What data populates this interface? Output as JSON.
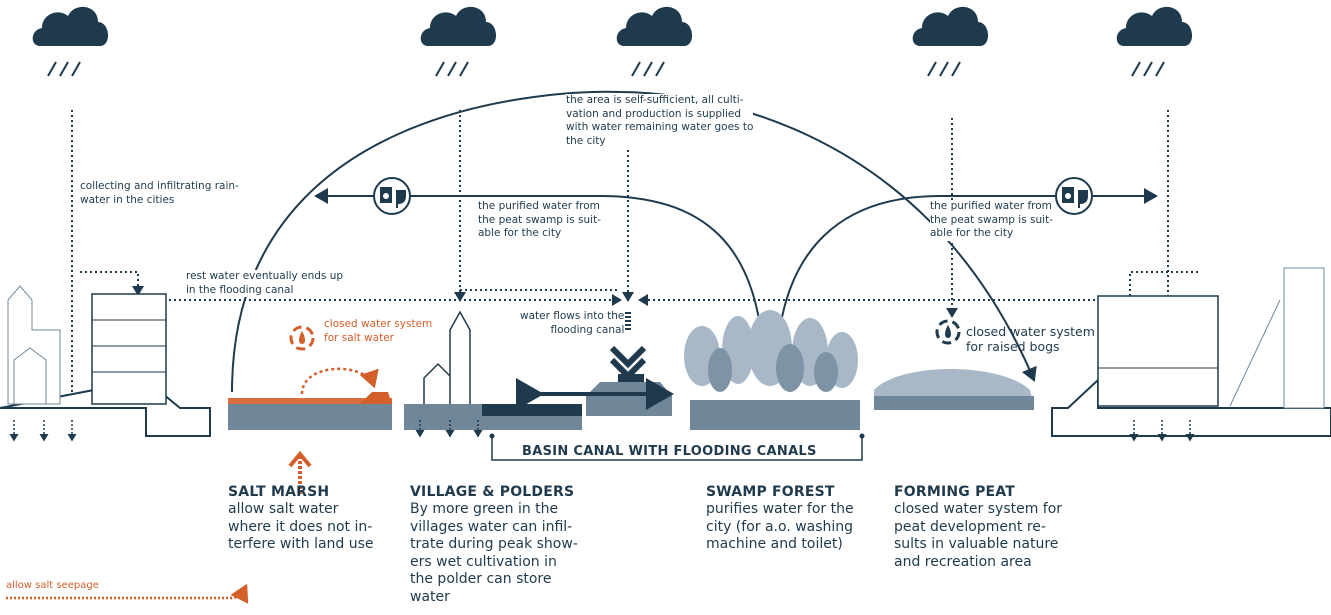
{
  "colors": {
    "navy": "#1f3a4d",
    "slate": "#6f8799",
    "orange": "#d35f2a",
    "tree_light": "#a9b8c6",
    "tree_dark": "#7e93a6"
  },
  "icons": [
    "rain-cloud-icon",
    "washing-machine-icon",
    "toilet-icon",
    "water-drop-cycle-icon"
  ],
  "annotations": {
    "self_sufficient": "the area is self-sufficient, all culti-\nvation and production is supplied\nwith water remaining water goes to\nthe city",
    "collecting": "collecting and infiltrating rain-\nwater in the cities",
    "purified_left": "the purified water from\nthe peat swamp is suit-\nable for the city",
    "purified_right": "the purified water from\nthe peat swamp is suit-\nable for the city",
    "rest_water": "rest water eventually ends up\nin the flooding canal",
    "flows_into": "water flows into the\nflooding canal",
    "closed_salt": "closed water system\nfor salt water",
    "closed_bogs": "closed water system\nfor raised bogs",
    "basin_canal": "BASIN CANAL WITH FLOODING CANALS",
    "seepage": "allow salt seepage"
  },
  "sections": [
    {
      "id": "salt-marsh",
      "title": "SALT MARSH",
      "desc": "allow salt water\nwhere it does not in-\nterfere with land use"
    },
    {
      "id": "village-polders",
      "title": "VILLAGE & POLDERS",
      "desc": "By more green in the\nvillages water can infil-\ntrate during peak show-\ners wet cultivation in\nthe polder can store\nwater"
    },
    {
      "id": "swamp-forest",
      "title": "SWAMP FOREST",
      "desc": "purifies water for the\ncity (for a.o. washing\nmachine and toilet)"
    },
    {
      "id": "forming-peat",
      "title": "FORMING PEAT",
      "desc": "closed water system for\npeat development re-\nsults in valuable nature\nand recreation area"
    }
  ]
}
